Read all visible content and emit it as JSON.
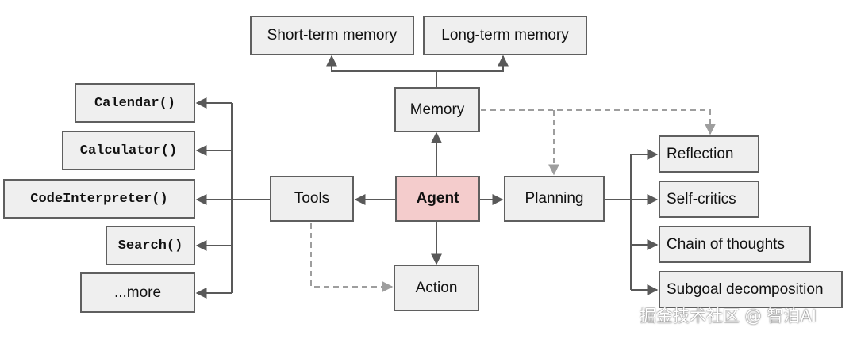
{
  "nodes": {
    "short_term_memory": "Short-term memory",
    "long_term_memory": "Long-term memory",
    "memory": "Memory",
    "calendar": "Calendar()",
    "calculator": "Calculator()",
    "code_interpreter": "CodeInterpreter()",
    "search": "Search()",
    "more": "...more",
    "tools": "Tools",
    "agent": "Agent",
    "planning": "Planning",
    "action": "Action",
    "reflection": "Reflection",
    "self_critics": "Self-critics",
    "chain_of_thoughts": "Chain of thoughts",
    "subgoal_decomposition": "Subgoal decomposition"
  },
  "colors": {
    "box_fill": "#efefef",
    "box_border": "#5f5f5f",
    "agent_fill": "#f4cccc",
    "solid_edge": "#595959",
    "dashed_edge": "#9e9e9e"
  },
  "edges": [
    {
      "from": "agent",
      "to": "memory",
      "style": "solid"
    },
    {
      "from": "memory",
      "to": "short_term_memory",
      "style": "solid"
    },
    {
      "from": "memory",
      "to": "long_term_memory",
      "style": "solid"
    },
    {
      "from": "agent",
      "to": "tools",
      "style": "solid"
    },
    {
      "from": "agent",
      "to": "planning",
      "style": "solid"
    },
    {
      "from": "agent",
      "to": "action",
      "style": "solid"
    },
    {
      "from": "tools",
      "to": "calendar",
      "style": "solid"
    },
    {
      "from": "tools",
      "to": "calculator",
      "style": "solid"
    },
    {
      "from": "tools",
      "to": "code_interpreter",
      "style": "solid"
    },
    {
      "from": "tools",
      "to": "search",
      "style": "solid"
    },
    {
      "from": "tools",
      "to": "more",
      "style": "solid"
    },
    {
      "from": "planning",
      "to": "reflection",
      "style": "solid"
    },
    {
      "from": "planning",
      "to": "self_critics",
      "style": "solid"
    },
    {
      "from": "planning",
      "to": "chain_of_thoughts",
      "style": "solid"
    },
    {
      "from": "planning",
      "to": "subgoal_decomposition",
      "style": "solid"
    },
    {
      "from": "memory",
      "to": "planning",
      "style": "dashed"
    },
    {
      "from": "memory",
      "to": "reflection",
      "style": "dashed"
    },
    {
      "from": "tools",
      "to": "action",
      "style": "dashed"
    }
  ],
  "watermark": "掘金技术社区 @ 智泊AI"
}
